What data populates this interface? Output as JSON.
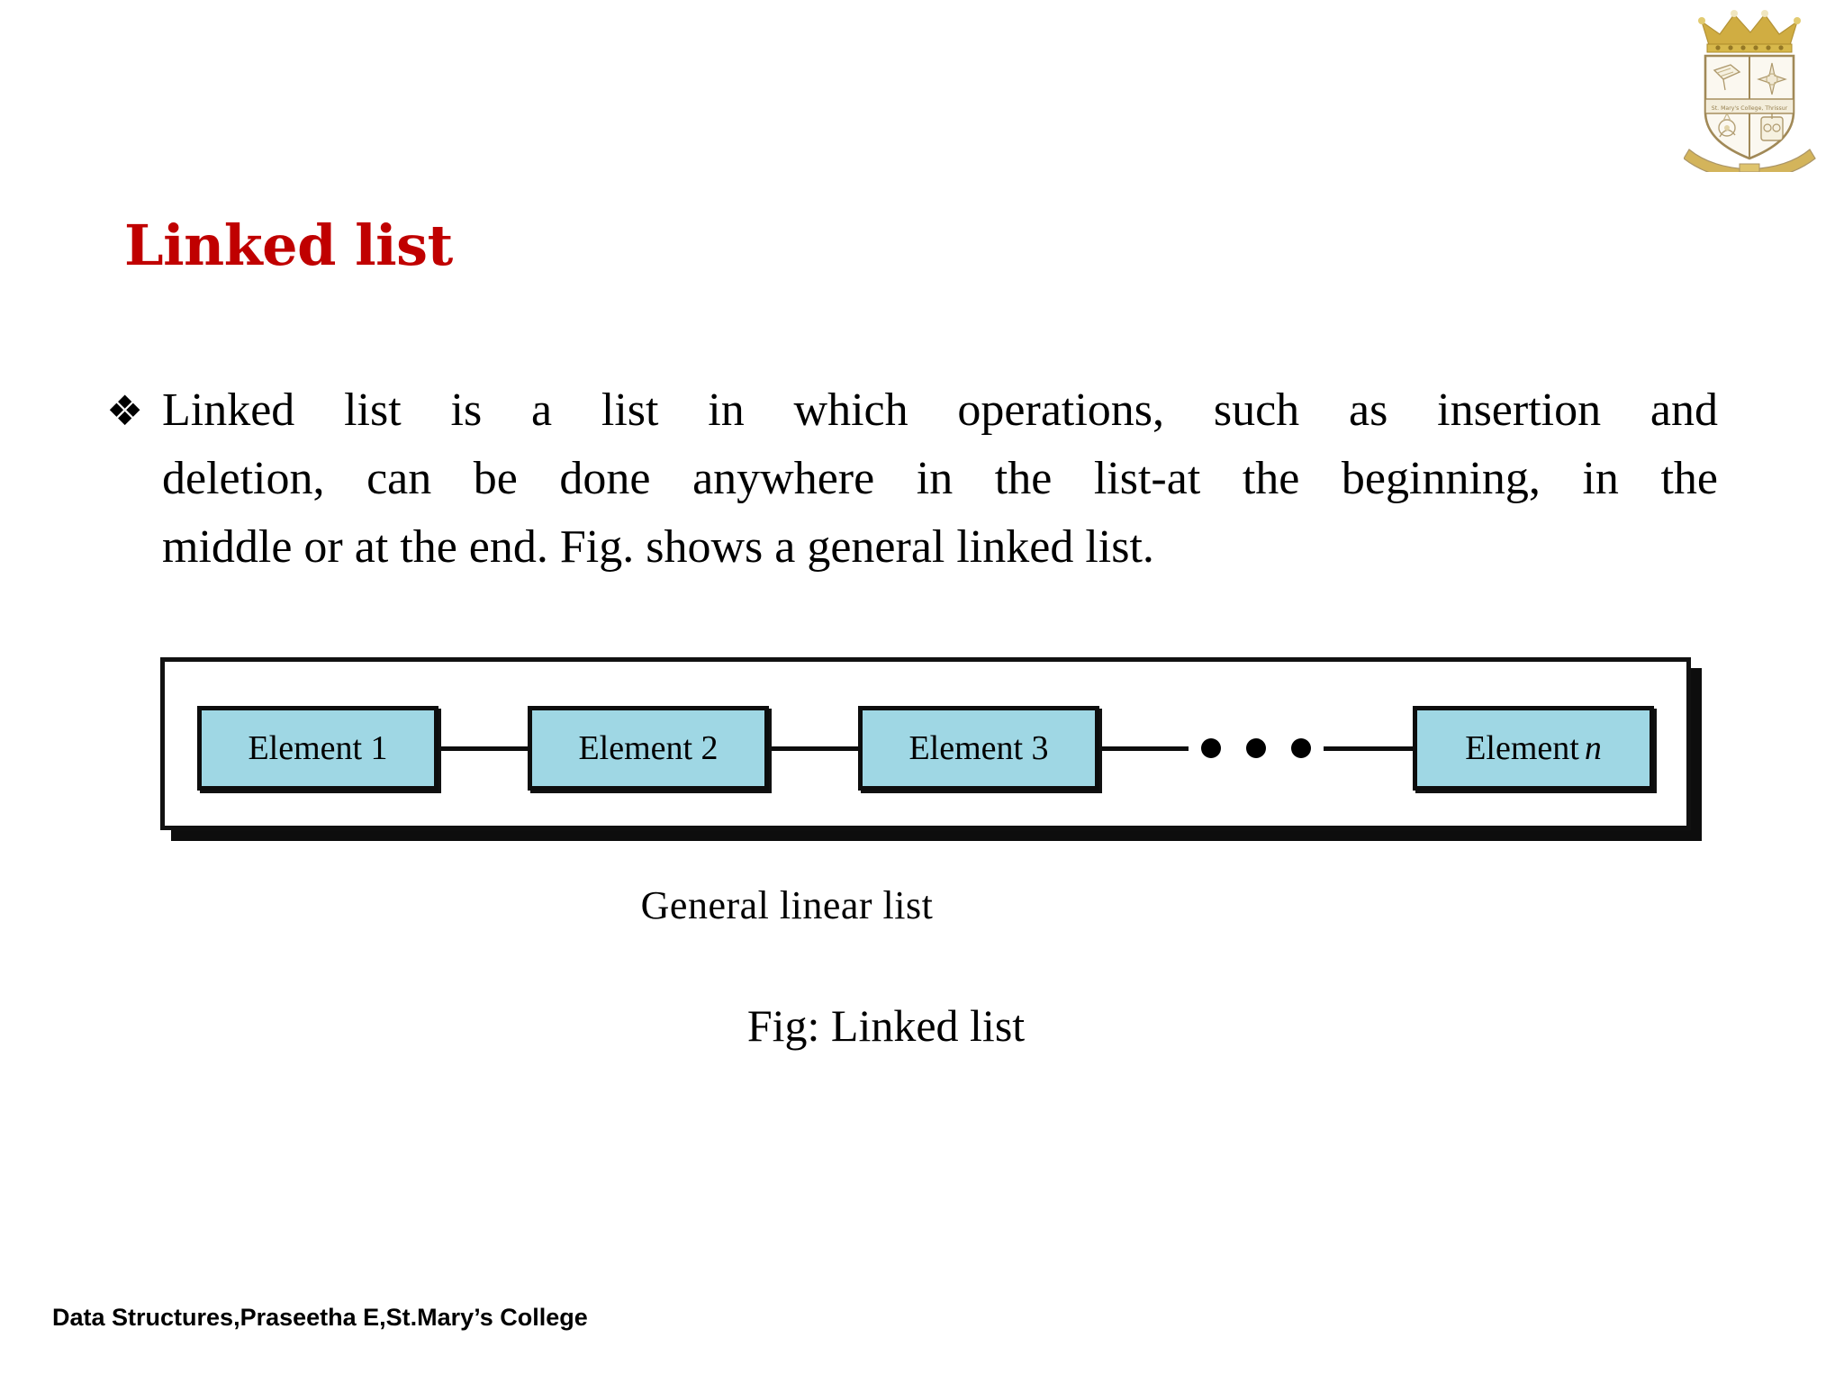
{
  "slide": {
    "title": "Linked list",
    "title_color": "#c00000",
    "background": "#ffffff"
  },
  "logo": {
    "name": "college-crest",
    "inscription": "St. Mary's College, Thrissur"
  },
  "bullet": {
    "marker": "❖",
    "line1": "Linked list is a list in which operations, such as insertion and",
    "line2": "deletion, can be done anywhere in the list-at the beginning, in the",
    "line3": "middle or at the end. Fig. shows a general linked list."
  },
  "figure": {
    "node_fill": "#9fd7e4",
    "node_border": "#0d0d0d",
    "nodes": [
      {
        "label": "Element 1",
        "emphasis": ""
      },
      {
        "label": "Element 2",
        "emphasis": ""
      },
      {
        "label": "Element 3",
        "emphasis": ""
      },
      {
        "label": "Element",
        "emphasis": "n"
      }
    ],
    "ellipsis_dots": 3,
    "inner_caption": "General linear list",
    "caption": "Fig: Linked list"
  },
  "footer": {
    "text": "Data Structures,Praseetha E,St.Mary’s College"
  }
}
